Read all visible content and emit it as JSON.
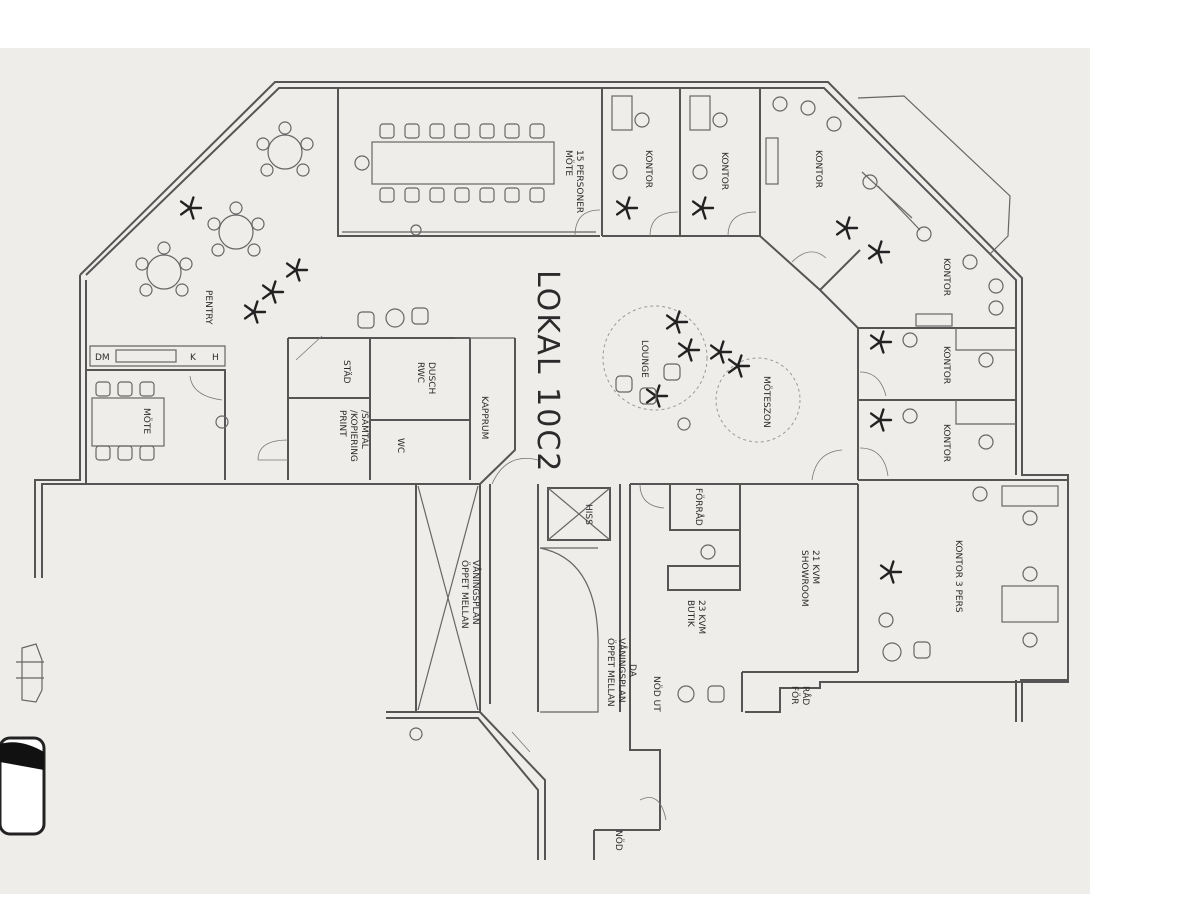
{
  "plan": {
    "title": "LOKAL 10C2",
    "rooms": {
      "mote_15": [
        "MÖTE",
        "15 PERSONER"
      ],
      "kontor_1": "KONTOR",
      "kontor_2": "KONTOR",
      "kontor_3": "KONTOR",
      "kontor_4": "KONTOR",
      "kontor_5": "KONTOR",
      "kontor_6": "KONTOR",
      "pentry": "PENTRY",
      "mote": "MÖTE",
      "stad": "STÄD",
      "rwc_dusch": [
        "RWC",
        "DUSCH"
      ],
      "print": [
        "PRINT",
        "/KOPIERING",
        "/SAMTAL"
      ],
      "wc": "WC",
      "kapprum": "KAPPRUM",
      "lounge": "LOUNGE",
      "moteszon": "MÖTESZON",
      "hiss": "HISS",
      "forrad_1": "FÖRRÅD",
      "forrad_2": [
        "FÖR",
        "RÅD"
      ],
      "showroom": [
        "SHOWROOM",
        "21 KVM"
      ],
      "butik": [
        "BUTIK",
        "23 KVM"
      ],
      "kontor_3_pers": "KONTOR 3 PERS",
      "oppet_1": [
        "ÖPPET MELLAN",
        "VÅNINGSPLAN"
      ],
      "oppet_2": [
        "ÖPPET MELLAN",
        "VÅNINGSPLAN"
      ],
      "nod_ut": "NÖD UT",
      "da": "DA",
      "nod": "NÖD",
      "dm": "DM",
      "k": "K",
      "h": "H"
    }
  }
}
